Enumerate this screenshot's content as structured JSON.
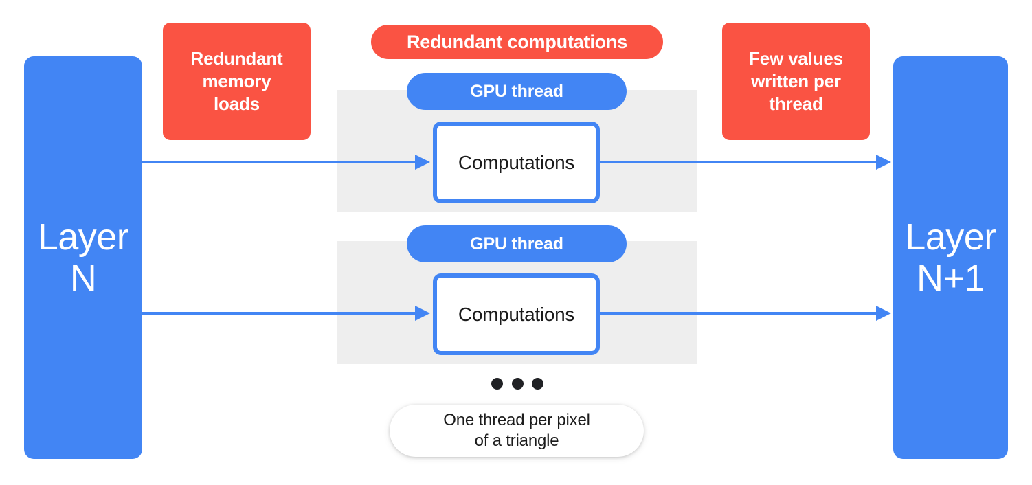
{
  "diagram": {
    "title": "GPU thread redundancy diagram",
    "colors": {
      "blue": "#4285f4",
      "red": "#fa5343",
      "band_gray": "#eeeeee",
      "text_dark": "#1b1b1b",
      "text_light": "#ffffff",
      "background": "#ffffff"
    },
    "layers": {
      "input": "Layer\nN",
      "output": "Layer\nN+1"
    },
    "callouts": {
      "memory_loads": "Redundant\nmemory\nloads",
      "computations": "Redundant computations",
      "values_written": "Few values\nwritten per\nthread"
    },
    "threads": [
      {
        "pill_label": "GPU thread",
        "box_label": "Computations"
      },
      {
        "pill_label": "GPU thread",
        "box_label": "Computations"
      }
    ],
    "continuation": {
      "ellipsis": "•••",
      "note": "One thread per pixel\nof a triangle"
    },
    "arrows": {
      "in_label": "",
      "out_label": ""
    }
  }
}
